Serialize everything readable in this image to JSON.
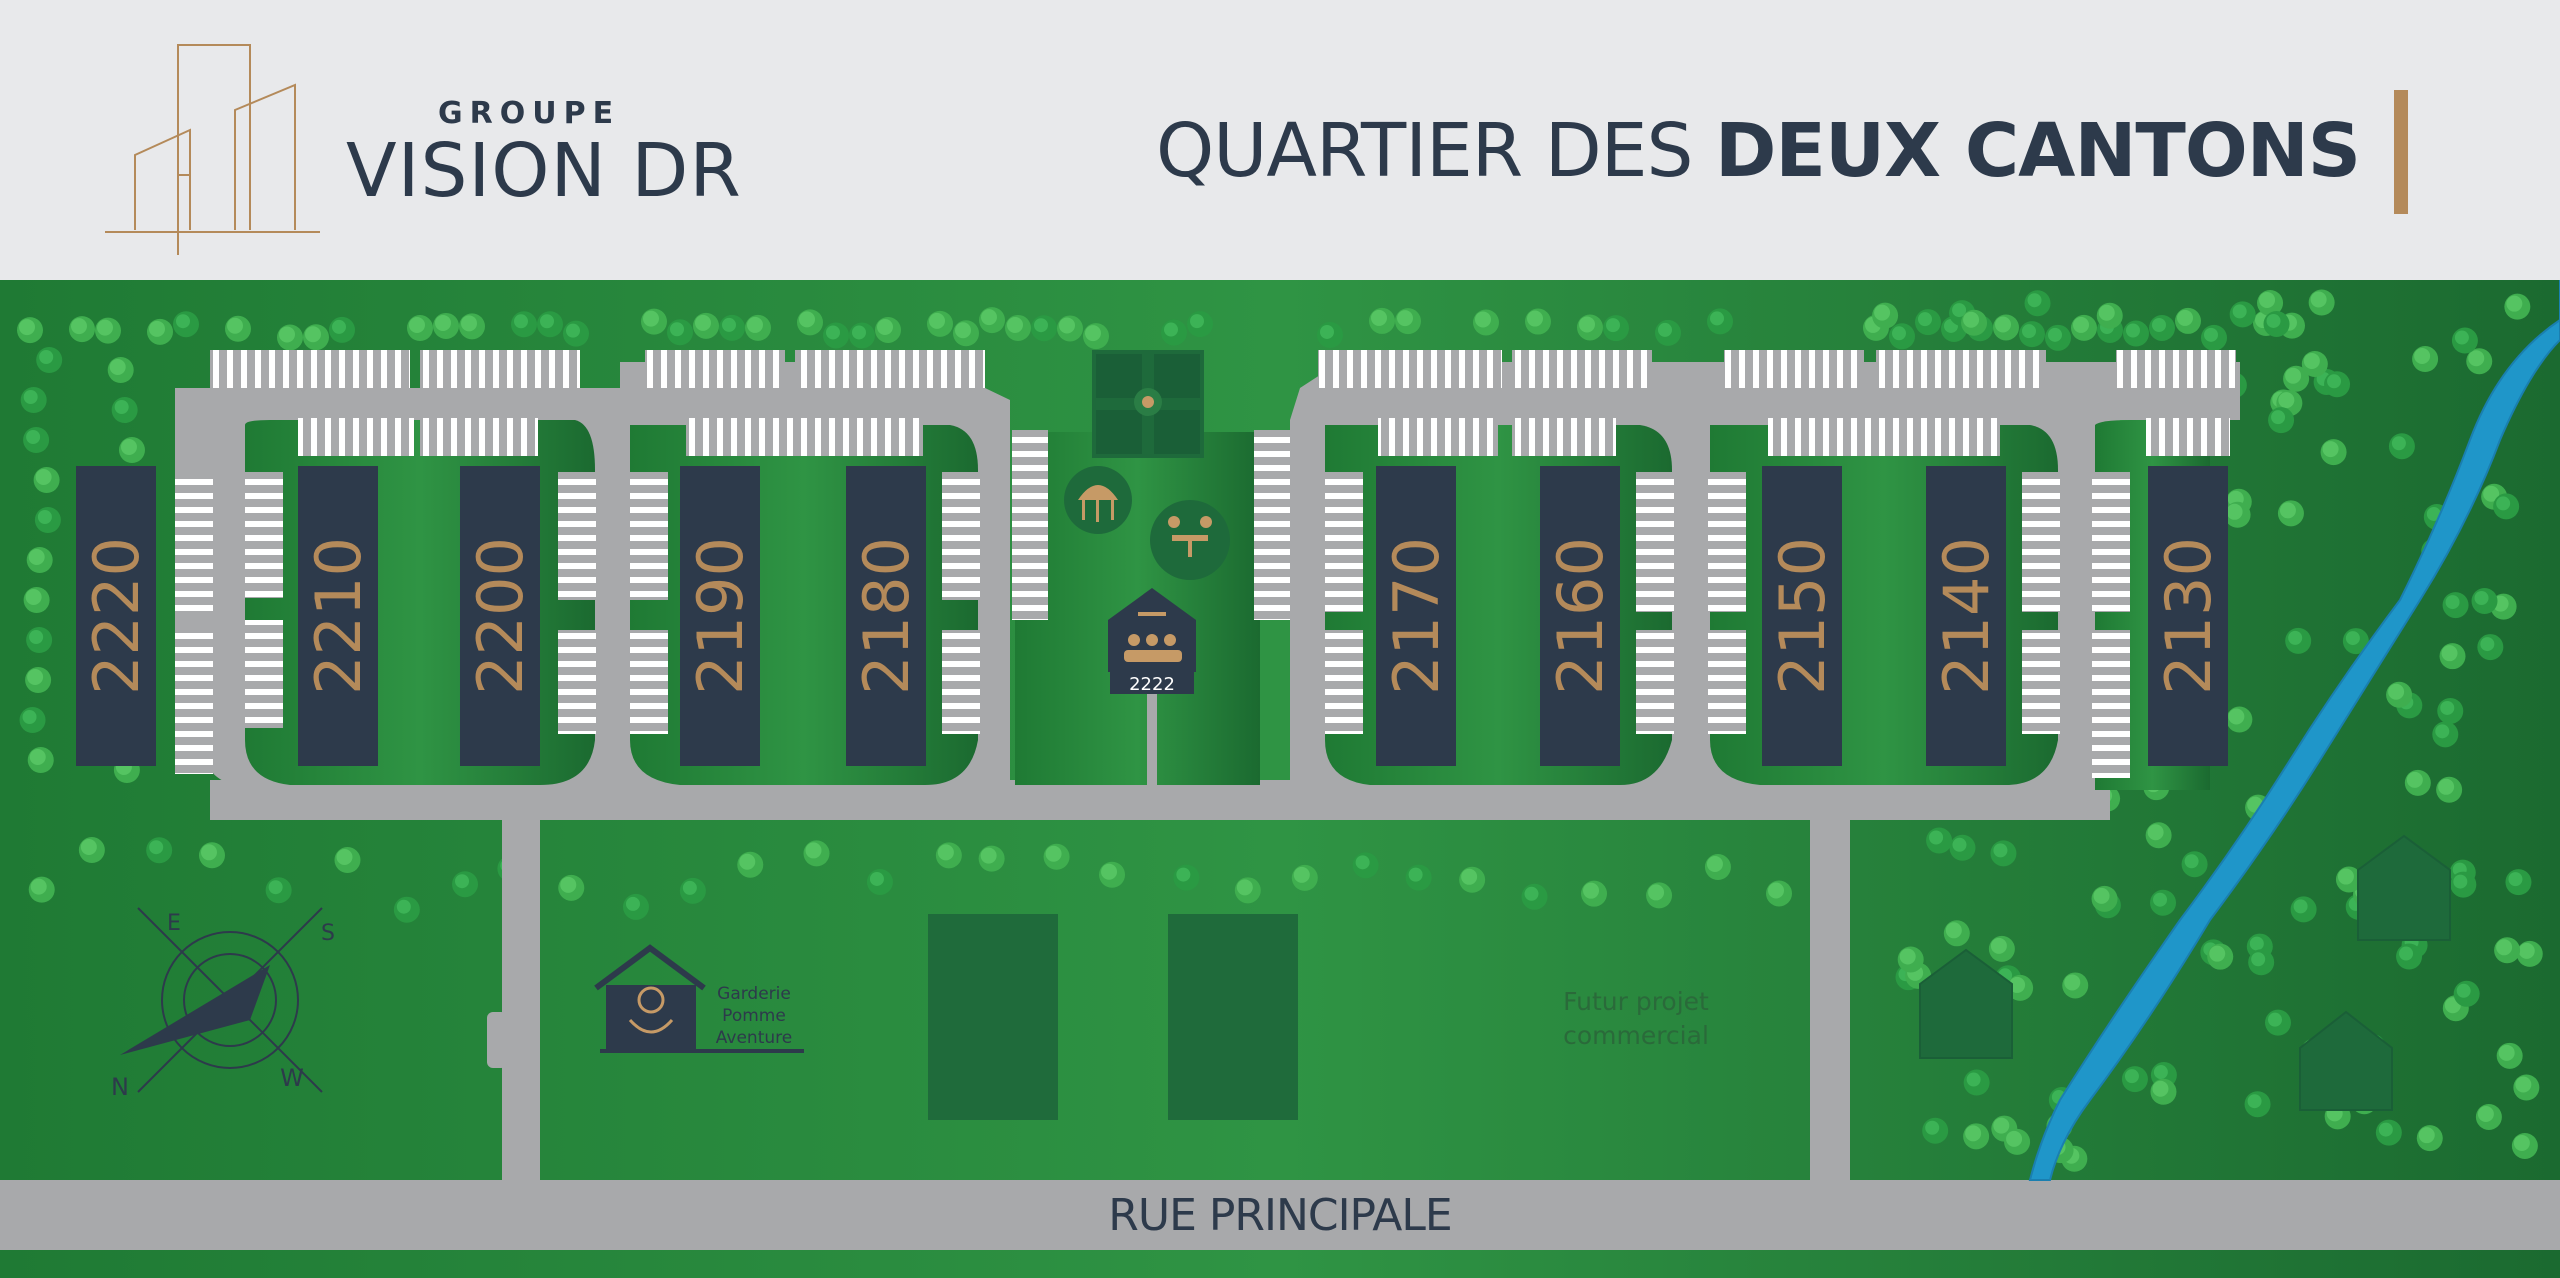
{
  "header": {
    "brand_small": "GROUPE",
    "brand_big": "VISION DR",
    "title_light": "QUARTIER DES ",
    "title_bold": "DEUX CANTONS"
  },
  "buildings": [
    {
      "label": "2220"
    },
    {
      "label": "2210"
    },
    {
      "label": "2200"
    },
    {
      "label": "2190"
    },
    {
      "label": "2180"
    },
    {
      "label": "2170"
    },
    {
      "label": "2160"
    },
    {
      "label": "2150"
    },
    {
      "label": "2140"
    },
    {
      "label": "2130"
    }
  ],
  "community_center": {
    "label": "2222",
    "icon": "community-house-icon"
  },
  "daycare": {
    "line1": "Garderie",
    "line2": "Pomme",
    "line3": "Aventure",
    "icon": "daycare-house-icon"
  },
  "future_project": {
    "line1": "Futur projet",
    "line2": "commercial"
  },
  "street": {
    "label": "RUE PRINCIPALE"
  },
  "compass": {
    "n": "N",
    "e": "E",
    "s": "S",
    "w": "W"
  },
  "colors": {
    "grass": "#2e8b3e",
    "grass_dark": "#1f6d33",
    "road": "#a8a9ab",
    "building": "#2d3a4b",
    "accent": "#b48a5a",
    "river": "#1f96c9"
  }
}
